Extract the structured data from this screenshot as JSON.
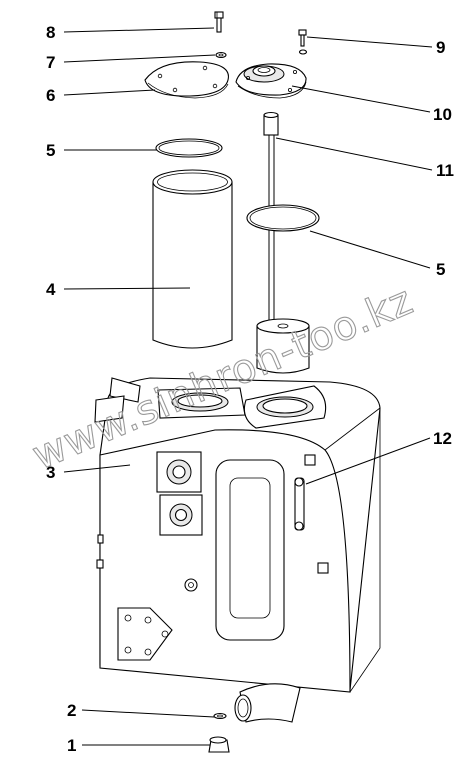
{
  "watermark": "www.sinhron-too.kz",
  "callouts": [
    {
      "id": "8",
      "label": "8"
    },
    {
      "id": "7",
      "label": "7"
    },
    {
      "id": "6",
      "label": "6"
    },
    {
      "id": "5a",
      "label": "5"
    },
    {
      "id": "4",
      "label": "4"
    },
    {
      "id": "3",
      "label": "3"
    },
    {
      "id": "2",
      "label": "2"
    },
    {
      "id": "1",
      "label": "1"
    },
    {
      "id": "9",
      "label": "9"
    },
    {
      "id": "10",
      "label": "10"
    },
    {
      "id": "11",
      "label": "11"
    },
    {
      "id": "5b",
      "label": "5"
    },
    {
      "id": "12",
      "label": "12"
    }
  ]
}
